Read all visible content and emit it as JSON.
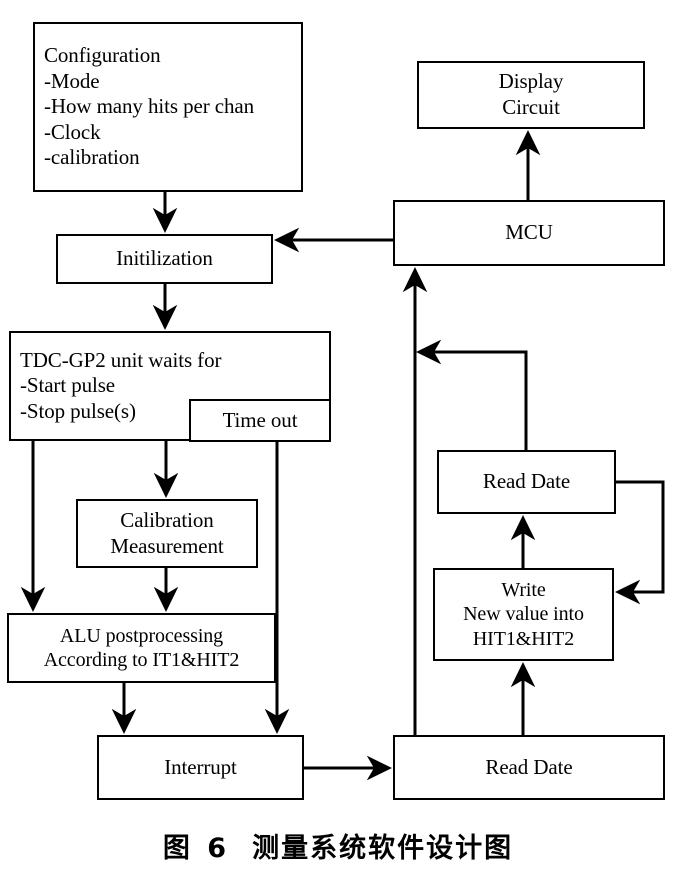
{
  "figure": {
    "caption_label": "图 6",
    "caption_title": "测量系统软件设计图",
    "type": "flowchart",
    "colors": {
      "line": "#000000",
      "background": "#ffffff",
      "text": "#000000"
    }
  },
  "nodes": {
    "config": {
      "name": "configuration",
      "lines": [
        "Configuration",
        "-Mode",
        "-How many hits per chan",
        "-Clock",
        "-calibration"
      ]
    },
    "init": {
      "name": "initilization",
      "lines": [
        "Initilization"
      ]
    },
    "tdc": {
      "name": "tdc-gp2-wait",
      "lines": [
        "TDC-GP2 unit waits for",
        "-Start pulse",
        "-Stop pulse(s)"
      ]
    },
    "timeout": {
      "name": "time-out",
      "lines": [
        "Time out"
      ]
    },
    "calibration": {
      "name": "calibration-measurement",
      "lines": [
        "Calibration",
        "Measurement"
      ]
    },
    "alu": {
      "name": "alu-postprocessing",
      "lines": [
        "ALU postprocessing",
        "According to IT1&HIT2"
      ]
    },
    "interrupt": {
      "name": "interrupt",
      "lines": [
        "Interrupt"
      ]
    },
    "display": {
      "name": "display-circuit",
      "lines": [
        "Display",
        "Circuit"
      ]
    },
    "mcu": {
      "name": "mcu",
      "lines": [
        "MCU"
      ]
    },
    "read_date_upper": {
      "name": "read-date-upper",
      "lines": [
        "Read Date"
      ]
    },
    "write": {
      "name": "write-new-value",
      "lines": [
        "Write",
        "New value into",
        "HIT1&HIT2"
      ]
    },
    "read_date_lower": {
      "name": "read-date-lower",
      "lines": [
        "Read Date"
      ]
    }
  },
  "edges": [
    {
      "from": "config",
      "to": "init",
      "arrow": "down"
    },
    {
      "from": "init",
      "to": "tdc",
      "arrow": "down"
    },
    {
      "from": "tdc",
      "to": "calibration",
      "arrow": "down"
    },
    {
      "from": "tdc",
      "to": "alu",
      "arrow": "down"
    },
    {
      "from": "calibration",
      "to": "alu",
      "arrow": "down"
    },
    {
      "from": "timeout",
      "to": "interrupt",
      "arrow": "down"
    },
    {
      "from": "alu",
      "to": "interrupt",
      "arrow": "down"
    },
    {
      "from": "interrupt",
      "to": "read_date_lower",
      "arrow": "right"
    },
    {
      "from": "read_date_lower",
      "to": "mcu",
      "arrow": "up"
    },
    {
      "from": "read_date_lower",
      "to": "write",
      "arrow": "up"
    },
    {
      "from": "write",
      "to": "read_date_upper",
      "arrow": "up"
    },
    {
      "from": "read_date_upper",
      "to": "write",
      "arrow": "loop-right"
    },
    {
      "from": "read_date_upper",
      "to": "mcu_bus",
      "arrow": "left"
    },
    {
      "from": "mcu",
      "to": "init",
      "arrow": "left"
    },
    {
      "from": "mcu",
      "to": "display",
      "arrow": "up"
    }
  ]
}
